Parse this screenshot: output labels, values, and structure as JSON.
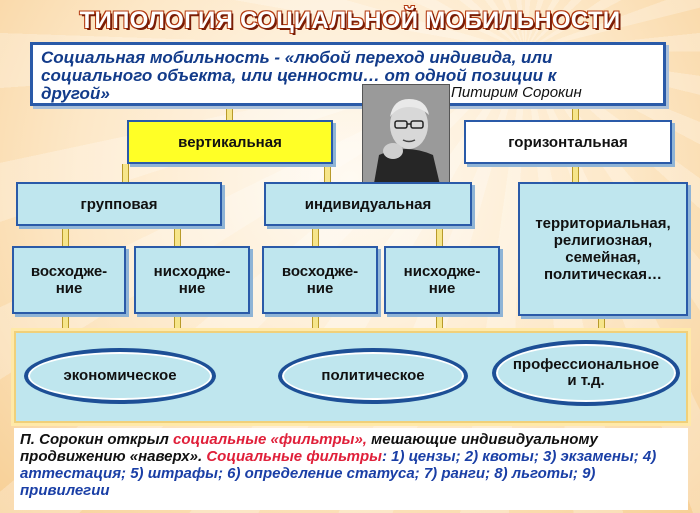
{
  "title": "ТИПОЛОГИЯ СОЦИАЛЬНОЙ МОБИЛЬНОСТИ (П.СОРОКИН)",
  "definition": {
    "line1": "Социальная мобильность - «любой переход индивида, или",
    "line2": "социального объекта, или ценности… от одной позиции к",
    "line3": "другой»"
  },
  "photo_caption": "Питирим Сорокин",
  "nodes": {
    "vertical": "вертикальная",
    "horizontal": "горизонтальная",
    "group": "групповая",
    "individual": "индивидуальная",
    "group_up": "восходже-\nние",
    "group_down": "нисходже-\nние",
    "ind_up": "восходже-\nние",
    "ind_down": "нисходже-\nние",
    "horizontal_types": "территориальная,\nрелигиозная,\nсемейная,\nполитическая…"
  },
  "ovals": {
    "economic": "экономическое",
    "political": "политическое",
    "professional": "профессиональное\nи т.д."
  },
  "bottom": {
    "p1": "П. Сорокин открыл ",
    "p2": "социальные «фильтры»,",
    "p3": " мешающие индивидуальному продвижению «наверх». ",
    "p4": "Социальные фильтры",
    "p5": ": 1)",
    "p6": " цензы; 2) квоты; 3) экзамены; 4) аттестация; 5) штрафы; 6) определение статуса;  7) ранги; 8) льготы; 9) привилегии"
  },
  "colors": {
    "box_fill": "#bfe6ee",
    "border_blue": "#2a5aa8",
    "highlight_yellow": "#ffff26",
    "title_dark_red": "#7a1d06",
    "filter_red": "#e0203a"
  }
}
